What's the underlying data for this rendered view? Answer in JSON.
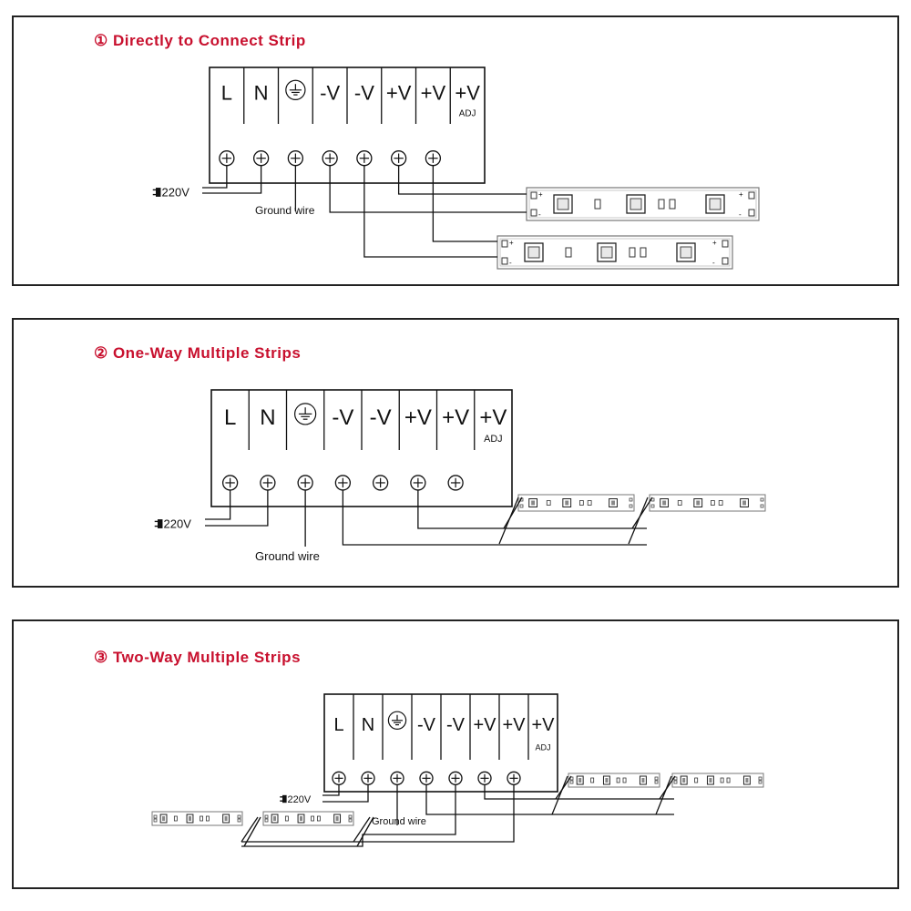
{
  "terminals": [
    "L",
    "N",
    "",
    "-V",
    "-V",
    "+V",
    "+V",
    "+V"
  ],
  "adj_label": "ADJ",
  "ground_icon": "earth-ground-icon",
  "voltage": "220V",
  "plug_icon": "power-plug-icon",
  "ground_wire": "Ground wire",
  "strip_plus": "+",
  "strip_minus": "-",
  "panels": [
    {
      "title": "① Directly to Connect Strip"
    },
    {
      "title": "② One-Way Multiple Strips"
    },
    {
      "title": "③ Two-Way Multiple Strips"
    }
  ]
}
